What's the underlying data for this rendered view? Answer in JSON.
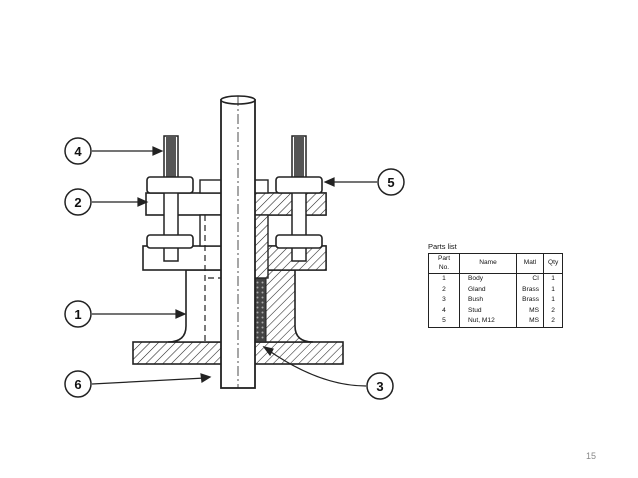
{
  "callouts": [
    "1",
    "2",
    "3",
    "4",
    "5",
    "6"
  ],
  "parts_list": {
    "title": "Parts list",
    "headers": [
      "Part No.",
      "Name",
      "Matl",
      "Qty"
    ],
    "rows": [
      [
        "1",
        "Body",
        "CI",
        "1"
      ],
      [
        "2",
        "Gland",
        "Brass",
        "1"
      ],
      [
        "3",
        "Bush",
        "Brass",
        "1"
      ],
      [
        "4",
        "Stud",
        "MS",
        "2"
      ],
      [
        "5",
        "Nut, M12",
        "MS",
        "2"
      ]
    ]
  },
  "page_number": "15"
}
